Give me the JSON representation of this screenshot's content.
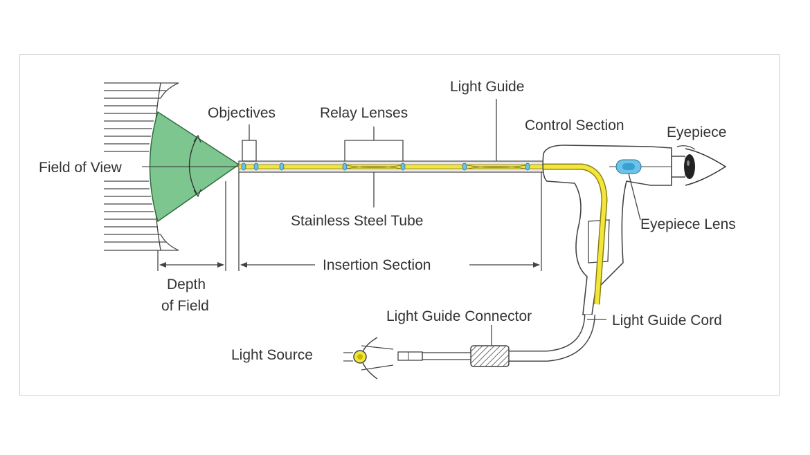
{
  "labels": {
    "light_guide": "Light Guide",
    "objectives": "Objectives",
    "relay_lenses": "Relay Lenses",
    "control_section": "Control Section",
    "eyepiece": "Eyepiece",
    "field_of_view": "Field of View",
    "stainless_steel_tube": "Stainless Steel Tube",
    "eyepiece_lens": "Eyepiece Lens",
    "insertion_section": "Insertion Section",
    "depth_of_field_line1": "Depth",
    "depth_of_field_line2": "of Field",
    "light_guide_connector": "Light Guide Connector",
    "light_guide_cord": "Light Guide Cord",
    "light_source": "Light Source"
  },
  "colors": {
    "field_green": "#7ec68f",
    "light_yellow": "#f3e63a",
    "lens_blue": "#6cc3e8",
    "line": "#444444",
    "text": "#333333"
  }
}
